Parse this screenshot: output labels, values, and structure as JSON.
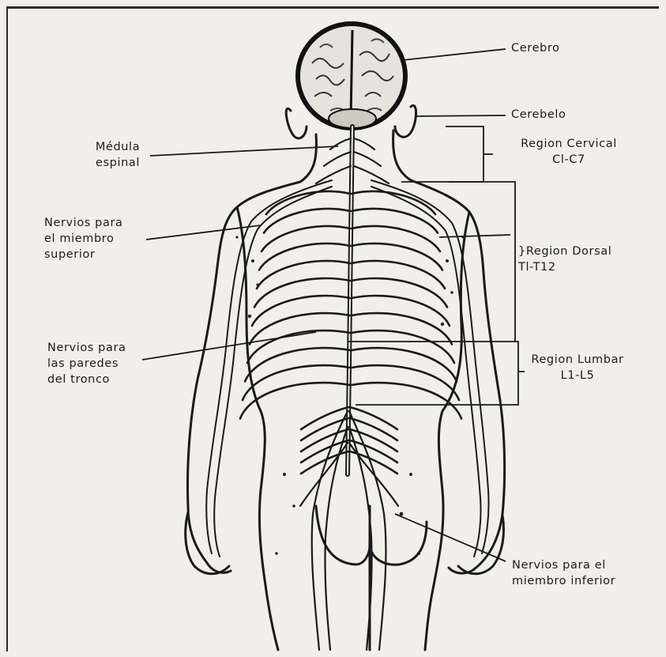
{
  "labels": {
    "cerebro": "Cerebro",
    "cerebelo": "Cerebelo",
    "medula": "Médula\nespinal",
    "cervical": "Region Cervical\nCl-C7",
    "nervios_superior": "Nervios para\nel miembro\nsuperior",
    "dorsal": "}Region Dorsal\nTl-T12",
    "nervios_tronco": "Nervios para\nlas paredes\ndel tronco",
    "lumbar": "Region Lumbar\nL1-L5",
    "nervios_inferior": "Nervios para el\nmiembro inferior"
  },
  "colors": {
    "ink": "#1a1a1a",
    "paper": "#f1efe9"
  }
}
